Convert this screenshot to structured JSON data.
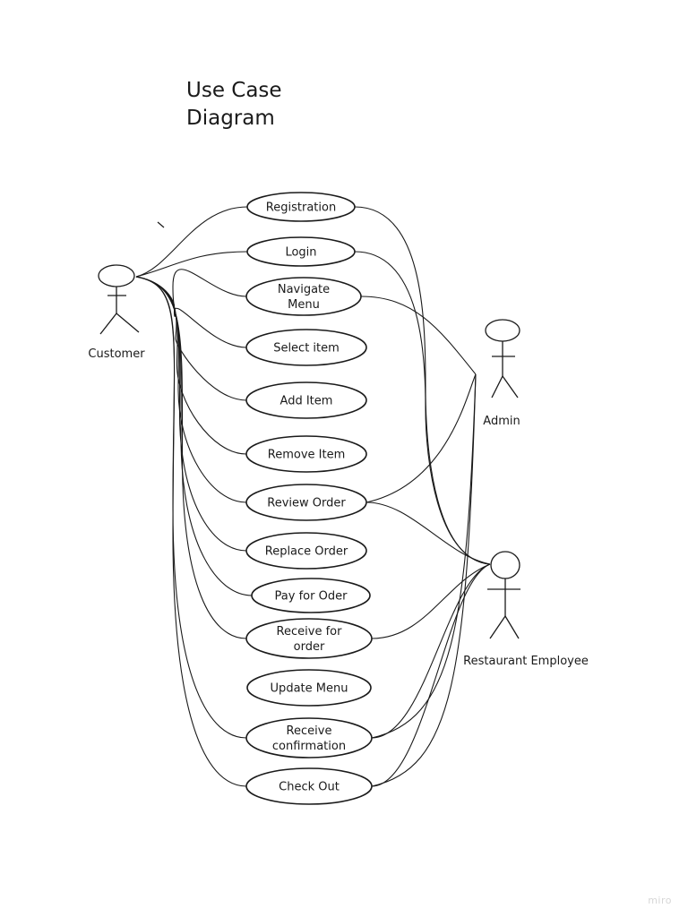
{
  "title": {
    "line1": "Use Case",
    "line2": "Diagram"
  },
  "actors": {
    "customer": "Customer",
    "admin": "Admin",
    "restaurant_employee": "Restaurant Employee"
  },
  "use_cases": [
    {
      "id": "registration",
      "lines": [
        "Registration"
      ]
    },
    {
      "id": "login",
      "lines": [
        "Login"
      ]
    },
    {
      "id": "navigate-menu",
      "lines": [
        "Navigate",
        "Menu"
      ]
    },
    {
      "id": "select-item",
      "lines": [
        "Select item"
      ]
    },
    {
      "id": "add-item",
      "lines": [
        "Add Item"
      ]
    },
    {
      "id": "remove-item",
      "lines": [
        "Remove Item"
      ]
    },
    {
      "id": "review-order",
      "lines": [
        "Review Order"
      ]
    },
    {
      "id": "replace-order",
      "lines": [
        "Replace Order"
      ]
    },
    {
      "id": "pay-for-oder",
      "lines": [
        "Pay for Oder"
      ]
    },
    {
      "id": "receive-for-order",
      "lines": [
        "Receive for",
        "order"
      ]
    },
    {
      "id": "update-menu",
      "lines": [
        "Update Menu"
      ]
    },
    {
      "id": "receive-confirmation",
      "lines": [
        "Receive",
        "confirmation"
      ]
    },
    {
      "id": "check-out",
      "lines": [
        "Check Out"
      ]
    }
  ],
  "associations": {
    "customer": [
      "registration",
      "login",
      "navigate-menu",
      "select-item",
      "add-item",
      "remove-item",
      "review-order",
      "replace-order",
      "pay-for-oder",
      "receive-for-order",
      "receive-confirmation",
      "check-out"
    ],
    "admin": [
      "navigate-menu",
      "review-order",
      "receive-confirmation",
      "check-out"
    ],
    "restaurant_employee": [
      "registration",
      "login",
      "review-order",
      "receive-for-order",
      "receive-confirmation",
      "check-out"
    ]
  },
  "watermark": "miro",
  "colors": {
    "stroke": "#1a1a1a",
    "background": "#ffffff"
  }
}
